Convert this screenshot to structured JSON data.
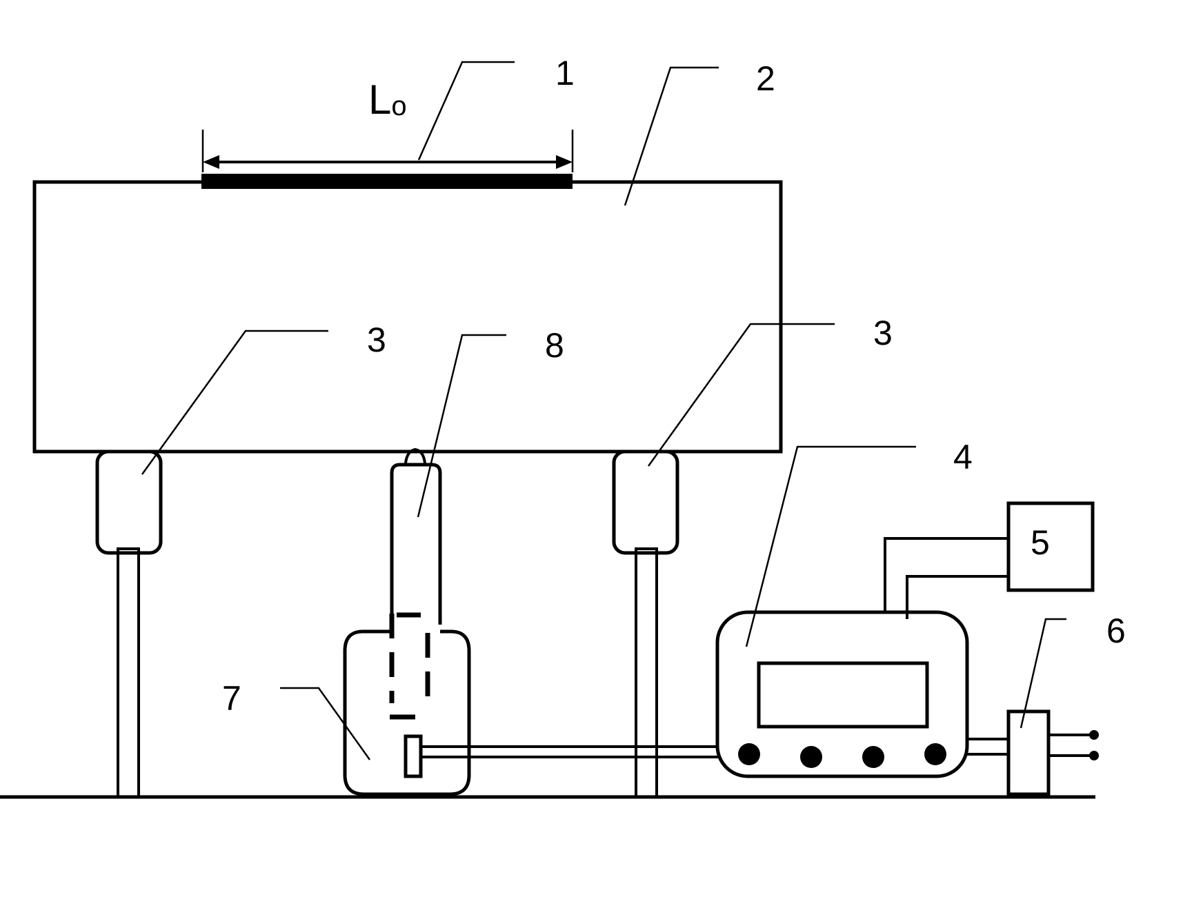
{
  "diagram": {
    "dimension_label": "L",
    "dimension_subscript": "o",
    "labels": {
      "n1": "1",
      "n2": "2",
      "n3_left": "3",
      "n3_right": "3",
      "n4": "4",
      "n5": "5",
      "n6": "6",
      "n7": "7",
      "n8": "8"
    }
  }
}
